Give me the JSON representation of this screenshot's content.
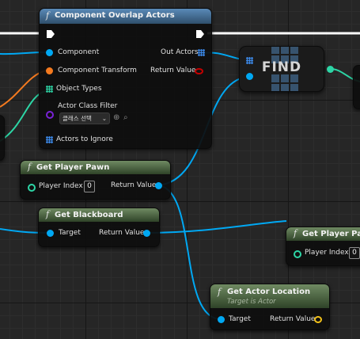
{
  "colors": {
    "canvas": "#262626",
    "exec_wire": "#ffffff",
    "object_pin": "#00a8f3",
    "transform_pin": "#f47a1f",
    "class_pin": "#7a22d8",
    "int_pin": "#2dd6a6",
    "vector_pin": "#f3c21a",
    "bool_pin": "#b30000",
    "pure_header": "#4e6b43",
    "impure_header": "#3d6289"
  },
  "overlap_node": {
    "title": "Component Overlap Actors",
    "icon": "function-icon",
    "pins": {
      "component": "Component",
      "component_transform": "Component Transform",
      "object_types": "Object Types",
      "actor_class_filter": "Actor Class Filter",
      "class_dropdown_value": "클래스 선택",
      "actors_to_ignore": "Actors to Ignore",
      "out_actors": "Out Actors",
      "return_value": "Return Value"
    }
  },
  "find_node": {
    "label": "FIND"
  },
  "player_pawn_node": {
    "title": "Get Player Pawn",
    "icon": "function-icon",
    "player_index_label": "Player Index",
    "player_index_value": "0",
    "return_value": "Return Value"
  },
  "blackboard_node": {
    "title": "Get Blackboard",
    "icon": "function-icon",
    "target": "Target",
    "return_value": "Return Value"
  },
  "player_pawn_node_2": {
    "title": "Get Player Pawn",
    "icon": "function-icon",
    "player_index_label": "Player Index",
    "player_index_value": "0"
  },
  "actor_location_node": {
    "title": "Get Actor Location",
    "subtitle": "Target is Actor",
    "icon": "function-icon",
    "target": "Target",
    "return_value": "Return Value"
  }
}
